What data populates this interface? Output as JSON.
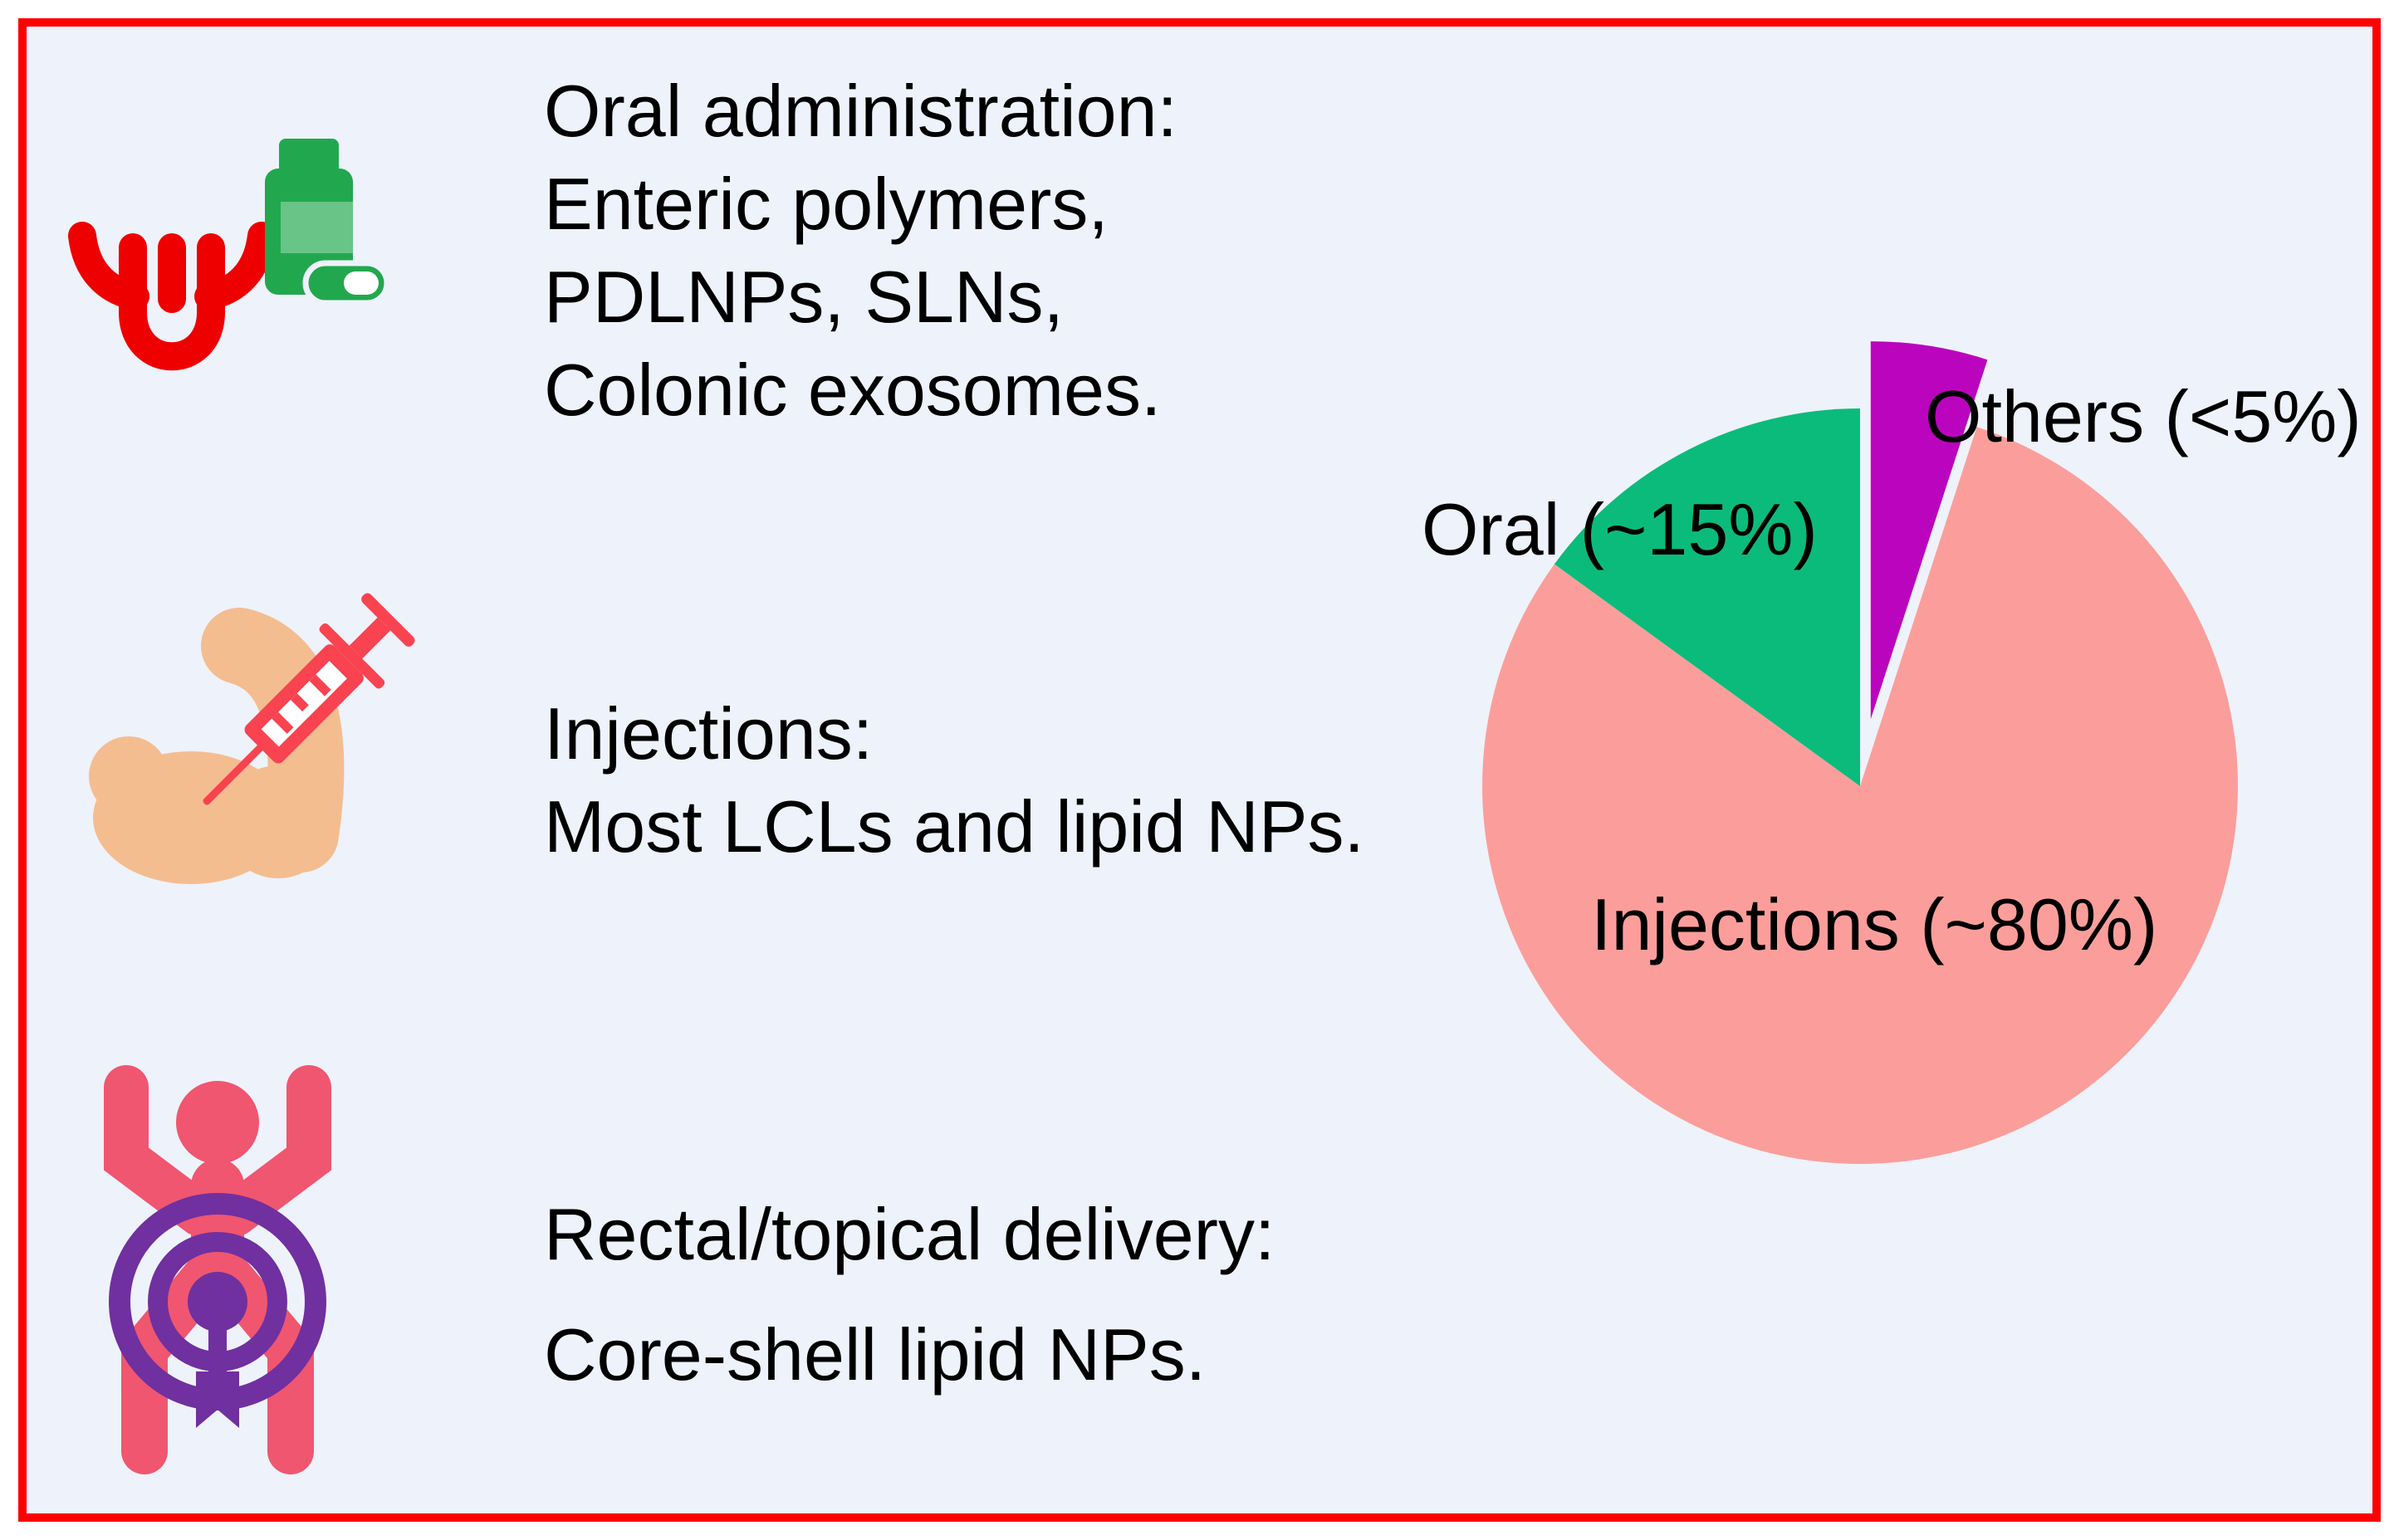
{
  "panel": {
    "background_color": "#EEF2FA",
    "border_color": "#FF0000"
  },
  "colors": {
    "tongue": "#EE0000",
    "bottle": "#21A84E",
    "capsule_window": "#FFFFFF",
    "skin": "#F4BD90",
    "syringe": "#FA4350",
    "person": "#F0566F",
    "target": "#7030A0"
  },
  "routes": [
    {
      "icon": "mouth-tongue-and-pill-bottle",
      "lines": [
        "Oral administration:",
        "Enteric polymers,",
        "PDLNPs, SLNs,",
        "Colonic exosomes."
      ]
    },
    {
      "icon": "flexed-arm-with-syringe",
      "lines": [
        "Injections:",
        "Most LCLs and lipid NPs."
      ]
    },
    {
      "icon": "person-with-target",
      "lines": [
        "Rectal/topical delivery:",
        "Core-shell lipid NPs."
      ]
    }
  ],
  "chart_data": {
    "type": "pie",
    "title": "",
    "start": "12 o'clock",
    "direction": "clockwise",
    "legend_position": "none",
    "labels_on_chart": true,
    "slices": [
      {
        "name": "Others",
        "label": "Others (<5%)",
        "value": 5,
        "color": "#BB04BE",
        "explode": 0.18
      },
      {
        "name": "Injections",
        "label": "Injections (~80%)",
        "value": 80,
        "color": "#FB9E9B",
        "explode": 0
      },
      {
        "name": "Oral",
        "label": "Oral (~15%)",
        "value": 15,
        "color": "#0BBB7B",
        "explode": 0
      }
    ]
  }
}
